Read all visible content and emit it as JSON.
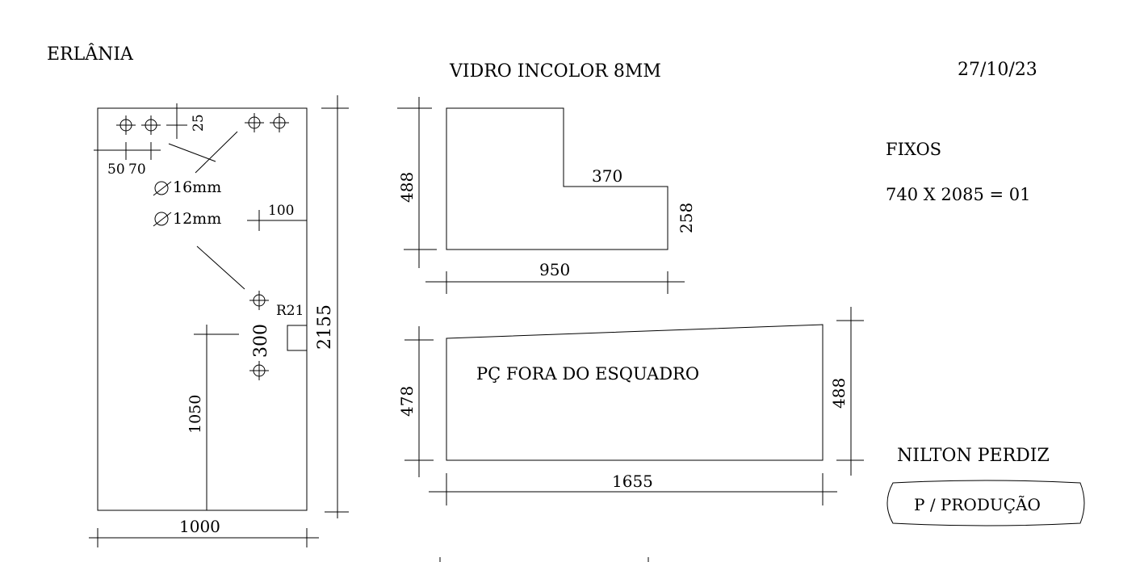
{
  "header": {
    "client": "ERLÂNIA",
    "material": "VIDRO INCOLOR 8MM",
    "date": "27/10/23"
  },
  "info": {
    "section": "FIXOS",
    "spec": "740 X 2085 = 01",
    "author": "NILTON PERDIZ",
    "stamp": "P / PRODUÇÃO"
  },
  "panel_left": {
    "dim_25": "25",
    "dim_50": "50",
    "dim_70": "70",
    "hole_16": "16mm",
    "hole_12": "12mm",
    "dim_100": "100",
    "radius": "R21",
    "dim_300": "300",
    "dim_1050": "1050",
    "dim_2155": "2155",
    "dim_1000": "1000"
  },
  "panel_top_right": {
    "dim_488": "488",
    "dim_370": "370",
    "dim_258": "258",
    "dim_950": "950"
  },
  "panel_bottom_right": {
    "note": "PÇ  FORA DO ESQUADRO",
    "dim_478": "478",
    "dim_488": "488",
    "dim_1655": "1655"
  }
}
